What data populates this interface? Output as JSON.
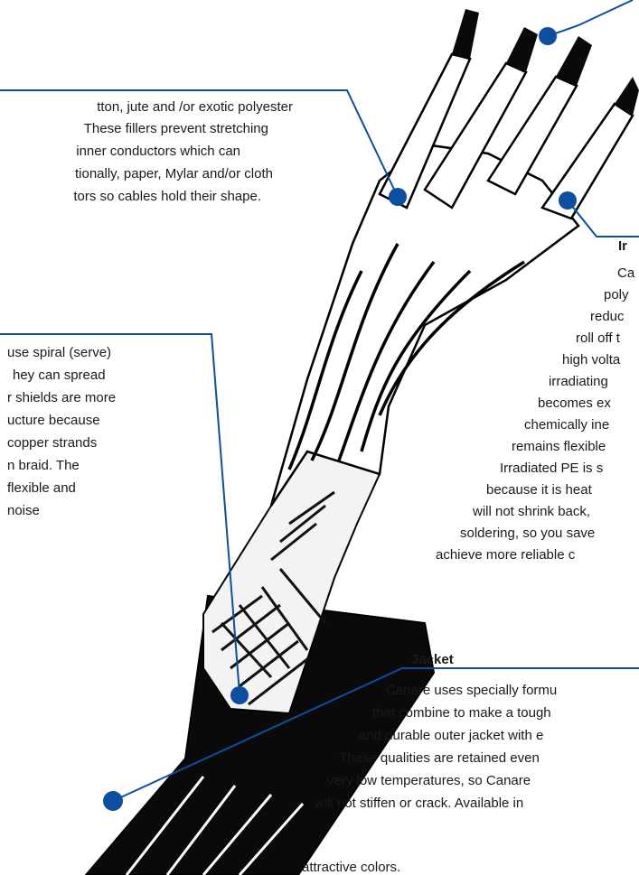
{
  "colors": {
    "leader": "#0b4ea2",
    "dot": "#0b4ea2",
    "ink": "#1a1a1a",
    "background": "#ffffff"
  },
  "fillers": {
    "lines": [
      "tton, jute and /or exotic polyester",
      "These fillers prevent stretching",
      "inner conductors which can",
      "tionally, paper, Mylar and/or cloth",
      "tors so cables hold their shape."
    ]
  },
  "insulation": {
    "title": "Ir",
    "lines": [
      "Ca",
      "poly",
      "reduc",
      "roll off t",
      "high volta",
      "irradiating",
      "becomes ex",
      "chemically ine",
      "remains flexible",
      "Irradiated PE is s",
      "because it is heat",
      "will not shrink back,",
      "soldering, so you save",
      "achieve more reliable c"
    ]
  },
  "shield": {
    "lines": [
      "use spiral (serve)",
      "hey can spread",
      "r shields are more",
      "ucture because",
      "copper strands",
      "n braid. The",
      "flexible and",
      "noise"
    ]
  },
  "jacket": {
    "title": "Jacket",
    "lines": [
      "Canare uses specially formu",
      "that combine to make a tough",
      "and durable outer jacket with e",
      "These qualities are retained even",
      "very low temperatures, so Canare",
      "will not stiffen or crack. Available in",
      "attractive colors."
    ]
  }
}
